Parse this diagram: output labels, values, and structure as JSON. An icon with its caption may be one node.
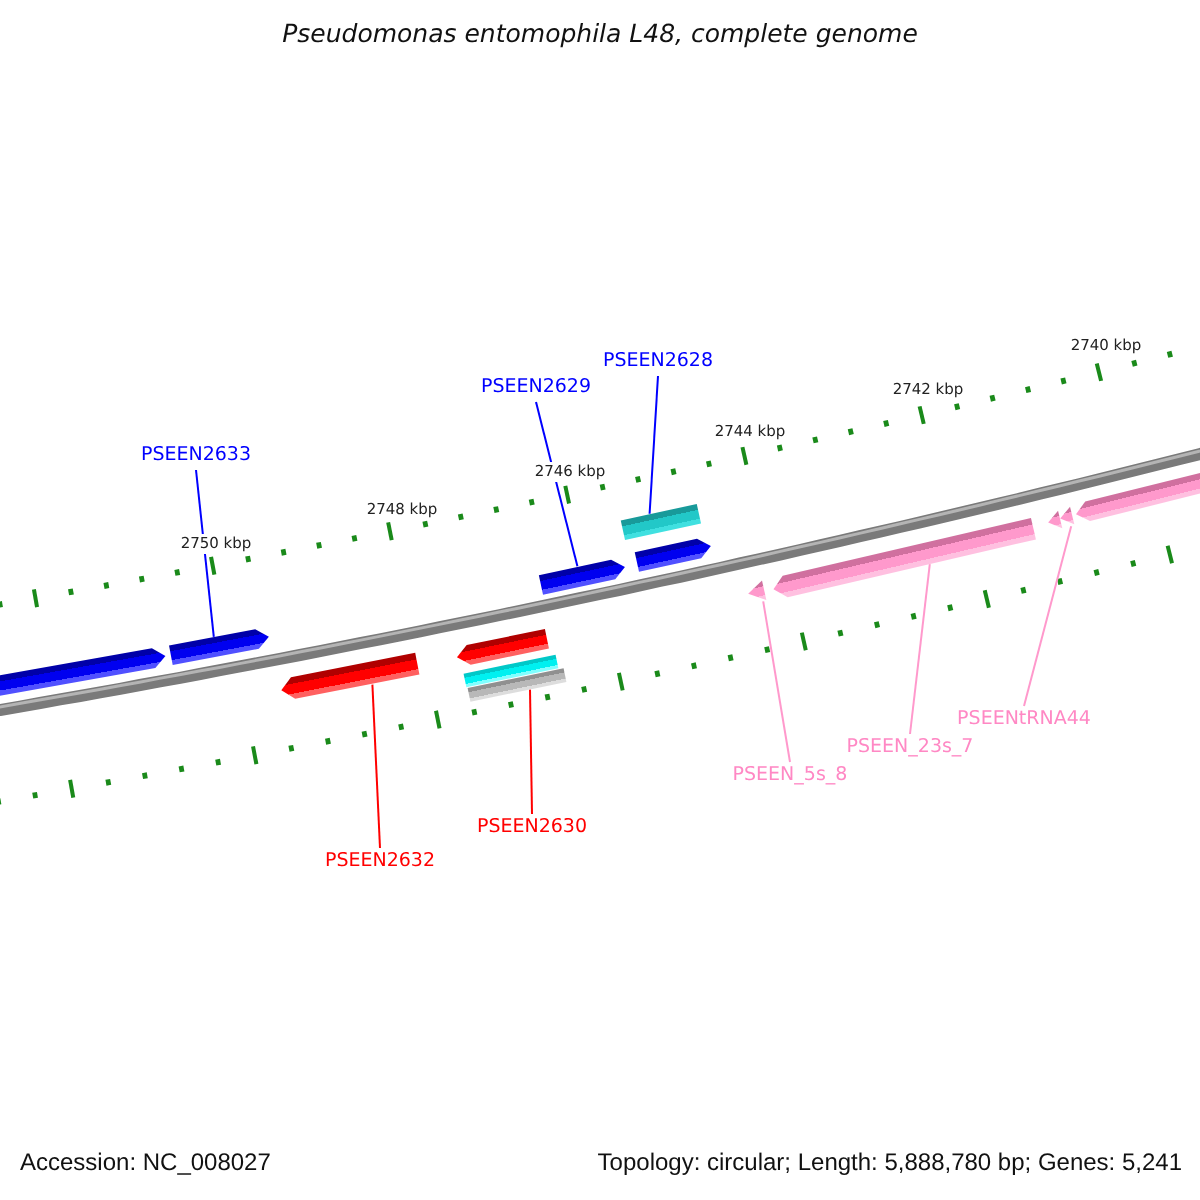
{
  "diagram": {
    "title": "Pseudomonas entomophila L48, complete genome",
    "nodes": [
      {
        "text": [
          "PSEEN2628"
        ]
      },
      {
        "text": [
          "PSEEN2629"
        ]
      },
      {
        "text": [
          "PSEEN2633"
        ]
      },
      {
        "text": [
          "PSEENtRNA44"
        ]
      },
      {
        "text": [
          "PSEEN_23s_7"
        ]
      },
      {
        "text": [
          "PSEEN_5s_8"
        ]
      },
      {
        "text": [
          "PSEEN2630"
        ]
      },
      {
        "text": [
          "PSEEN2632"
        ]
      },
      {
        "text": [],
        "shape": "pentagon"
      },
      {
        "text": [],
        "shape": "pentagon"
      },
      {
        "text": [],
        "shape": "pentagon"
      },
      {
        "text": [],
        "shape": "pentagon"
      },
      {
        "text": [],
        "shape": "bar"
      },
      {
        "text": [],
        "shape": "bar"
      },
      {
        "text": [],
        "shape": "pentagon"
      },
      {
        "text": [],
        "shape": "bar"
      },
      {
        "text": [],
        "shape": "pentagon"
      },
      {
        "text": [],
        "shape": "triangle"
      },
      {
        "text": [],
        "shape": "pentagon"
      },
      {
        "text": [],
        "shape": "triangle"
      },
      {
        "text": [],
        "shape": "triangle"
      },
      {
        "text": [],
        "shape": "pentagon"
      }
    ],
    "edges": [
      {
        "from": 0,
        "to": 15,
        "arrow": "none",
        "color": "#0000ff"
      },
      {
        "from": 1,
        "to": 14,
        "arrow": "none",
        "color": "#0000ff"
      },
      {
        "from": 2,
        "to": 9,
        "arrow": "none",
        "color": "#0000ff"
      },
      {
        "from": 3,
        "to": 20,
        "arrow": "none",
        "color": "#ff99cc"
      },
      {
        "from": 4,
        "to": 18,
        "arrow": "none",
        "color": "#ff99cc"
      },
      {
        "from": 5,
        "to": 17,
        "arrow": "none",
        "color": "#ff99cc"
      },
      {
        "from": 6,
        "to": 13,
        "arrow": "none",
        "color": "#ff0000"
      },
      {
        "from": 7,
        "to": 10,
        "arrow": "none",
        "color": "#ff0000"
      }
    ],
    "labels": [
      "2740 kbp",
      "2742 kbp",
      "2744 kbp",
      "2746 kbp",
      "2748 kbp",
      "2750 kbp",
      "Accession: NC_008027",
      "Topology: circular; Length: 5,888,780 bp; Genes: 5,241"
    ]
  }
}
